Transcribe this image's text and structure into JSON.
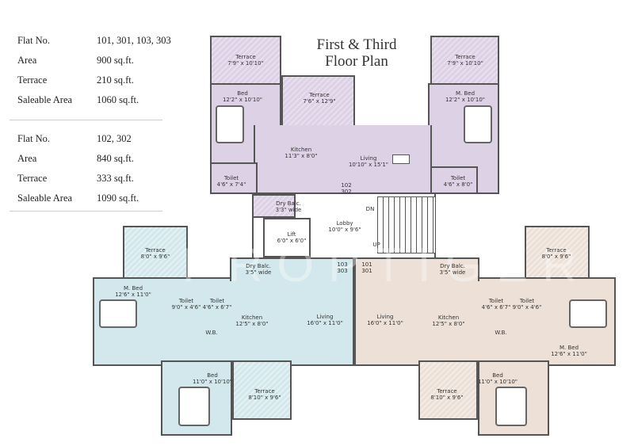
{
  "info": {
    "flat_a": {
      "flat_no_label": "Flat No.",
      "flat_no": "101, 301, 103, 303",
      "area_label": "Area",
      "area": "900 sq.ft.",
      "terrace_label": "Terrace",
      "terrace": "210 sq.ft.",
      "saleable_label": "Saleable Area",
      "saleable": "1060 sq.ft."
    },
    "flat_b": {
      "flat_no_label": "Flat No.",
      "flat_no": "102, 302",
      "area_label": "Area",
      "area": "840 sq.ft.",
      "terrace_label": "Terrace",
      "terrace": "333 sq.ft.",
      "saleable_label": "Saleable Area",
      "saleable": "1090 sq.ft."
    }
  },
  "title": {
    "line1": "First & Third",
    "line2": "Floor Plan"
  },
  "colors": {
    "unit_102": "#ddd1e6",
    "unit_103": "#d3e8ec",
    "unit_101": "#ece0d7"
  },
  "top_unit": {
    "terrace_left": {
      "name": "Terrace",
      "size": "7'9\" x 10'10\""
    },
    "terrace_right": {
      "name": "Terrace",
      "size": "7'9\" x 10'10\""
    },
    "terrace_mid": {
      "name": "Terrace",
      "size": "7'6\" x 12'9\""
    },
    "bed": {
      "name": "Bed",
      "size": "12'2\" x 10'10\""
    },
    "mbed": {
      "name": "M. Bed",
      "size": "12'2\" x 10'10\""
    },
    "kitchen": {
      "name": "Kitchen",
      "size": "11'3\" x 8'0\""
    },
    "living": {
      "name": "Living",
      "size": "10'10\" x 15'1\""
    },
    "toilet_left": {
      "name": "Toilet",
      "size": "4'6\" x 7'4\""
    },
    "toilet_right": {
      "name": "Toilet",
      "size": "4'6\" x 8'0\""
    },
    "dry_balc": {
      "name": "Dry Balc.",
      "size": "3'3\" wide"
    },
    "flat_no": {
      "a": "102",
      "b": "302"
    }
  },
  "common": {
    "lobby": {
      "name": "Lobby",
      "size": "10'0\" x 9'6\""
    },
    "lift": {
      "name": "Lift",
      "size": "6'0\" x 6'0\""
    },
    "dn": "DN",
    "up": "UP"
  },
  "left_unit": {
    "terrace_top": {
      "name": "Terrace",
      "size": "8'0\" x 9'6\""
    },
    "mbed": {
      "name": "M. Bed",
      "size": "12'6\" x 11'0\""
    },
    "toilet1": {
      "name": "Toilet",
      "size": "9'0\" x 4'6\""
    },
    "toilet2": {
      "name": "Toilet",
      "size": "4'6\" x 6'7\""
    },
    "wb": "W.B.",
    "dry_balc": {
      "name": "Dry Balc.",
      "size": "3'5\" wide"
    },
    "kitchen": {
      "name": "Kitchen",
      "size": "12'5\" x 8'0\""
    },
    "living": {
      "name": "Living",
      "size": "16'0\" x 11'0\""
    },
    "bed": {
      "name": "Bed",
      "size": "11'0\" x 10'10\""
    },
    "terrace_bottom": {
      "name": "Terrace",
      "size": "8'10\" x 9'6\""
    },
    "flat_no": {
      "a": "103",
      "b": "303"
    }
  },
  "right_unit": {
    "terrace_top": {
      "name": "Terrace",
      "size": "8'0\" x 9'6\""
    },
    "mbed": {
      "name": "M. Bed",
      "size": "12'6\" x 11'0\""
    },
    "toilet1": {
      "name": "Toilet",
      "size": "9'0\" x 4'6\""
    },
    "toilet2": {
      "name": "Toilet",
      "size": "4'6\" x 6'7\""
    },
    "wb": "W.B.",
    "dry_balc": {
      "name": "Dry Balc.",
      "size": "3'5\" wide"
    },
    "kitchen": {
      "name": "Kitchen",
      "size": "12'5\" x 8'0\""
    },
    "living": {
      "name": "Living",
      "size": "16'0\" x 11'0\""
    },
    "bed": {
      "name": "Bed",
      "size": "11'0\" x 10'10\""
    },
    "terrace_bottom": {
      "name": "Terrace",
      "size": "8'10\" x 9'6\""
    },
    "flat_no": {
      "a": "101",
      "b": "301"
    }
  }
}
